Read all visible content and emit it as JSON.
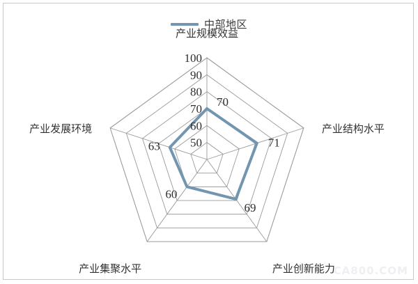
{
  "legend": {
    "series_label": "中部地区",
    "line_color": "#7296b0"
  },
  "watermark": {
    "text": "CA800.COM"
  },
  "chart_data": {
    "type": "radar",
    "title": "",
    "series": [
      {
        "name": "中部地区",
        "color": "#7296b0",
        "values": [
          70,
          71,
          69,
          60,
          63
        ]
      }
    ],
    "categories": [
      "产业规模效益",
      "产业结构水平",
      "产业创新能力",
      "产业集聚水平",
      "产业发展环境"
    ],
    "value_labels": [
      "70",
      "71",
      "69",
      "60",
      "63"
    ],
    "ring_ticks": [
      50,
      60,
      70,
      80,
      90,
      100
    ],
    "ring_tick_labels": [
      "50",
      "60",
      "70",
      "80",
      "90",
      "100"
    ],
    "rmin": 40,
    "rmax": 100,
    "grid": true,
    "legend_position": "top",
    "xlabel": "",
    "ylabel": ""
  }
}
